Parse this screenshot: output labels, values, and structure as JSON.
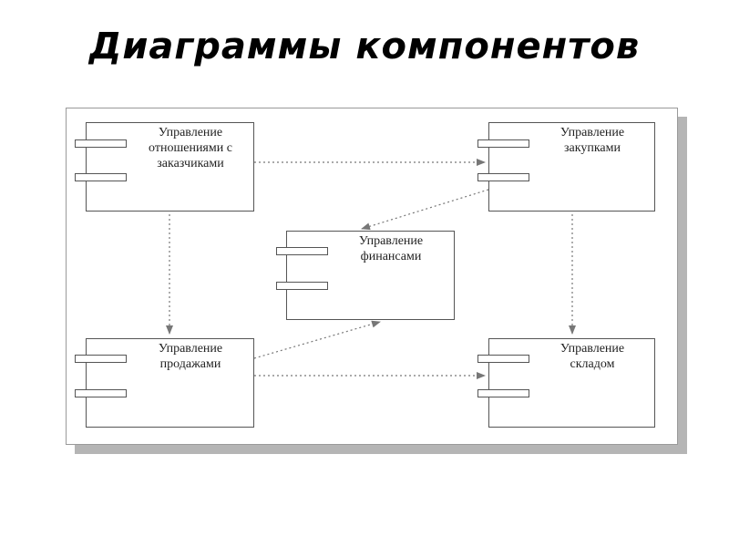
{
  "title": "Диаграммы компонентов",
  "components": {
    "customers": {
      "label": "Управление\nотношениями с\nзаказчиками"
    },
    "purchases": {
      "label": "Управление\nзакупками"
    },
    "finance": {
      "label": "Управление\nфинансами"
    },
    "sales": {
      "label": "Управление\nпродажами"
    },
    "warehouse": {
      "label": "Управление\nскладом"
    }
  },
  "colors": {
    "line": "#777777",
    "box_border": "#555555"
  }
}
